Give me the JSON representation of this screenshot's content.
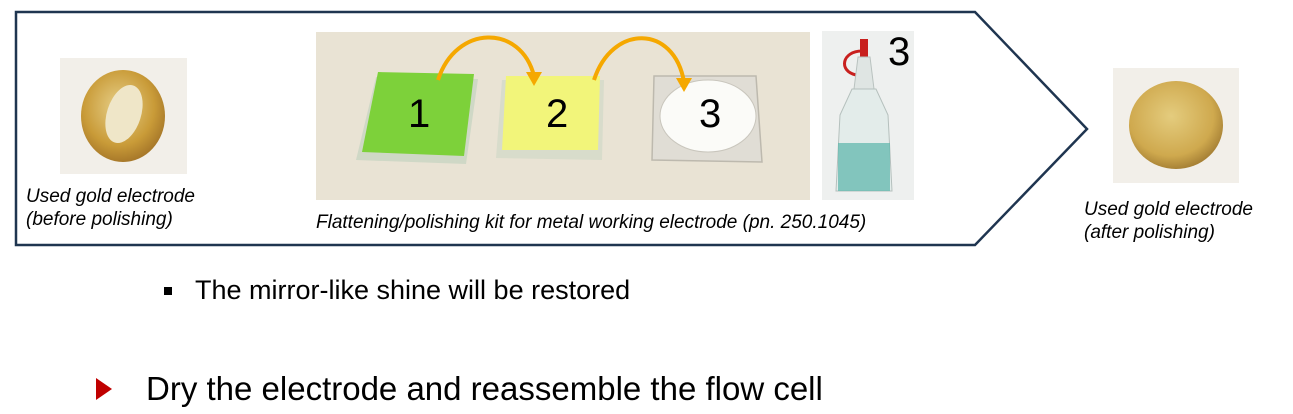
{
  "left_caption": {
    "line1": "Used gold electrode",
    "line2": "(before polishing)"
  },
  "kit": {
    "caption": "Flattening/polishing kit for metal working electrode (pn. 250.1045)",
    "pad_labels": [
      "1",
      "2",
      "3"
    ],
    "bottle_label": "3"
  },
  "right_caption": {
    "line1": "Used gold electrode",
    "line2": "(after polishing)"
  },
  "bullet": {
    "text": "The mirror-like shine will be restored"
  },
  "main_point": {
    "text": "Dry the electrode and reassemble the flow cell"
  },
  "colors": {
    "frame_stroke": "#1f3550",
    "red_triangle": "#c00000",
    "arc_orange": "#f5a800",
    "pad1_green": "#7dd13a",
    "pad2_yellow": "#f2f57a",
    "gold": "#c9a445"
  }
}
